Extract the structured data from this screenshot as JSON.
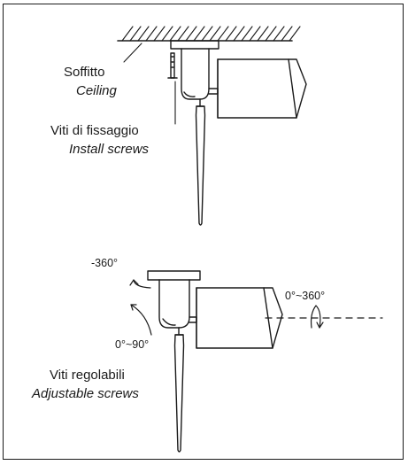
{
  "labels": {
    "ceiling_it": "Soffitto",
    "ceiling_en": "Ceiling",
    "install_it": "Viti di fissaggio",
    "install_en": "Install screws",
    "adjust_it": "Viti regolabili",
    "adjust_en": "Adjustable screws",
    "rotation_base": "-360°",
    "rotation_tilt": "0°~90°",
    "rotation_axis": "0°~360°"
  },
  "colors": {
    "stroke": "#1a1a1a",
    "background": "#ffffff"
  }
}
